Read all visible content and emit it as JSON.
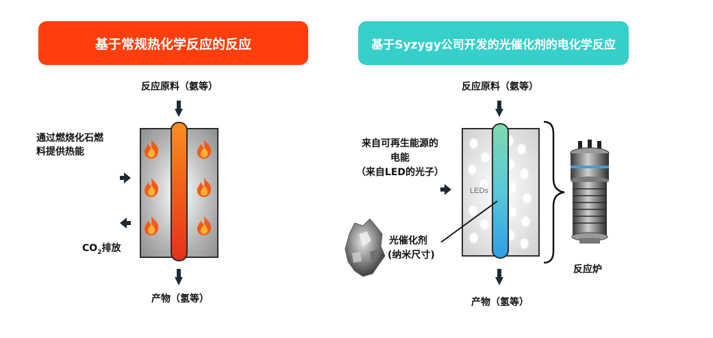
{
  "left_panel": {
    "banner_title": "基于常规热化学反应的反应",
    "banner_color": "#ff3d0d",
    "input_label": "反应原料（氨等）",
    "heat_label_line1": "通过燃烧化石燃",
    "heat_label_line2": "料提供热能",
    "co2_prefix": "CO",
    "co2_sub": "2",
    "co2_suffix": "排放",
    "output_label": "产物（氢等）"
  },
  "right_panel": {
    "banner_title": "基于Syzygy公司开发的光催化剂的电化学反应",
    "banner_color": "#36cfc9",
    "input_label": "反应原料（氨等）",
    "energy_label_line1": "来自可再生能源的",
    "energy_label_line2": "电能",
    "energy_label_line3": "（来自LED的光子）",
    "leds_text": "LEDs",
    "catalyst_label_line1": "光催化剂",
    "catalyst_label_line2": "(纳米尺寸)",
    "reactor_label": "反应炉",
    "output_label": "产物（氢等）"
  }
}
